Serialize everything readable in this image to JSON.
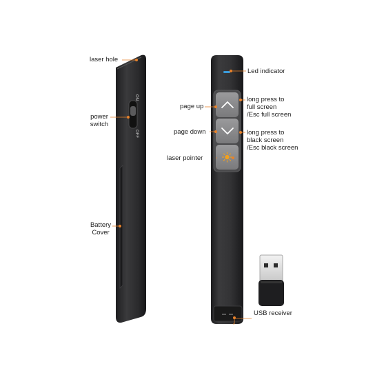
{
  "labels": {
    "laser_hole": "laser hole",
    "power_switch_line1": "power",
    "power_switch_line2": "switch",
    "battery_cover_line1": "Battery",
    "battery_cover_line2": "Cover",
    "led_indicator": "Led indicator",
    "page_up": "page up",
    "page_down": "page down",
    "laser_pointer": "laser pointer",
    "long_press_full_line1": "long press to",
    "long_press_full_line2": "full screen",
    "long_press_full_line3": "/Esc full screen",
    "long_press_black_line1": "long press to",
    "long_press_black_line2": "black screen",
    "long_press_black_line3": "/Esc black screen",
    "usb_receiver": "USB receiver"
  },
  "switch_text": {
    "on": "ON",
    "off": "OFF"
  },
  "icons": {
    "up_button": "chevron-up-icon",
    "down_button": "chevron-down-icon",
    "laser_button": "sun-icon"
  },
  "colors": {
    "callout_dot": "#e8822a",
    "laser_glyph": "#f0a020",
    "body_dark": "#2b2b2d",
    "button_gray": "#8a8a8c",
    "led": "#3a9ad9"
  }
}
